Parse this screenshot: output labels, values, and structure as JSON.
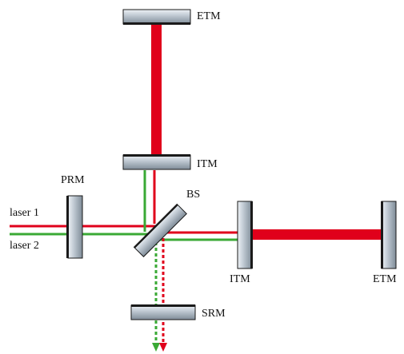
{
  "labels": {
    "etm_top": "ETM",
    "itm_top": "ITM",
    "prm": "PRM",
    "bs": "BS",
    "laser1": "laser 1",
    "laser2": "laser 2",
    "itm_right": "ITM",
    "etm_right": "ETM",
    "srm": "SRM"
  },
  "colors": {
    "red_beam": "#e0001b",
    "green_beam": "#3aa935",
    "mirror_face": "#b9c3cd",
    "mirror_edge": "#1a1a1a",
    "text": "#111111"
  }
}
